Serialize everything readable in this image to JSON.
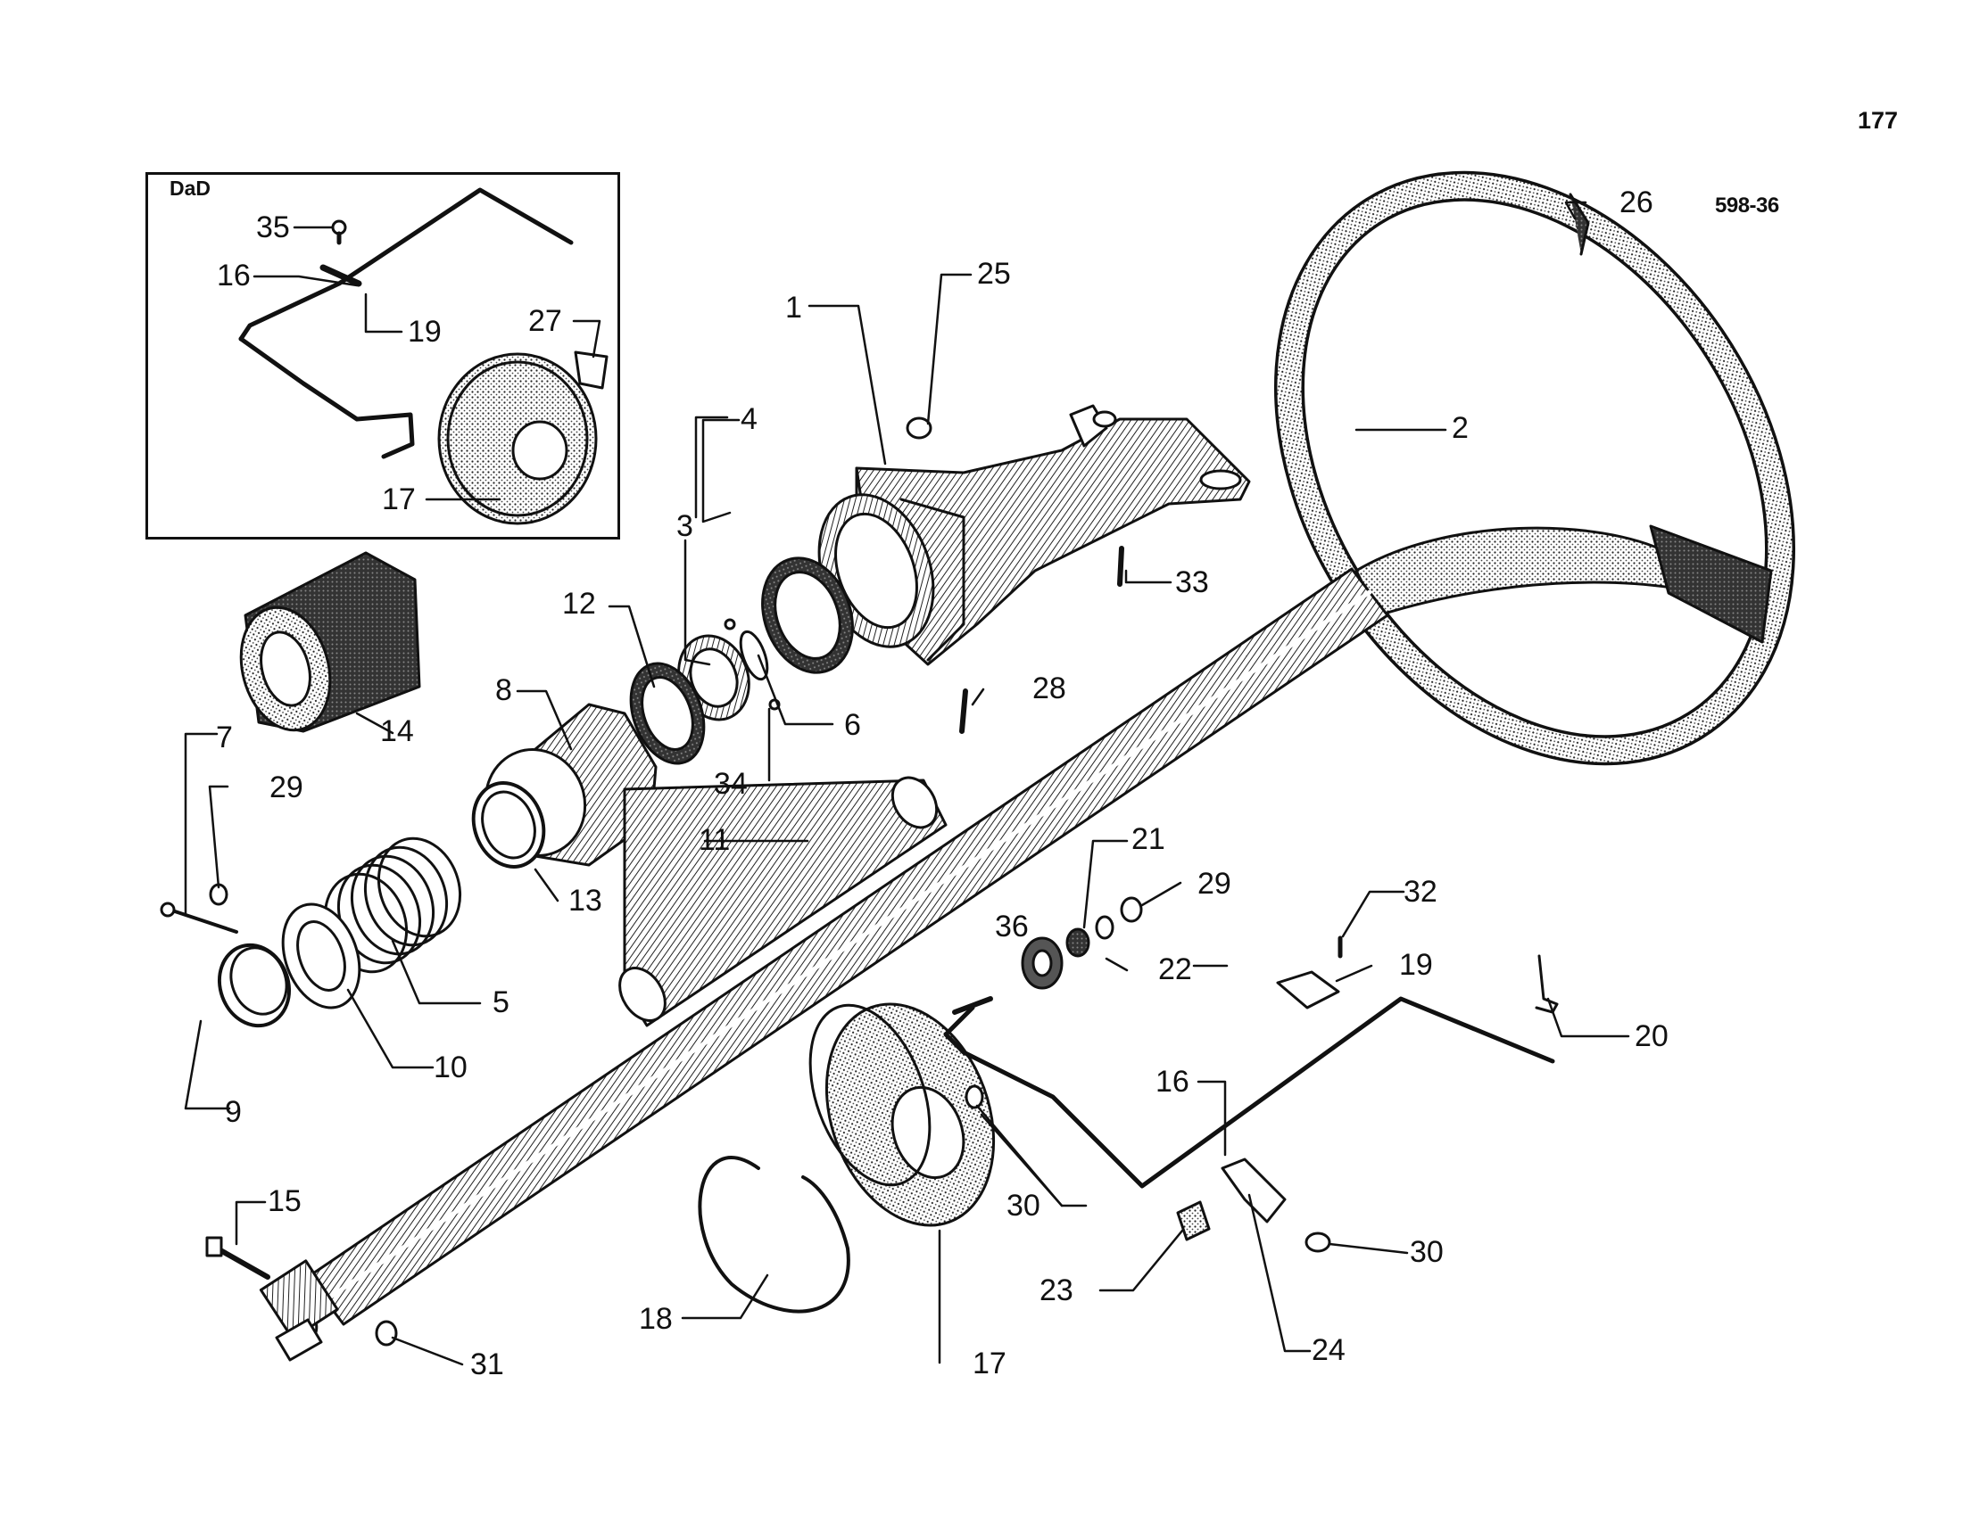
{
  "page_number": "177",
  "figure_ref": "598-36",
  "inset": {
    "title": "DaD"
  },
  "callouts": [
    "1",
    "2",
    "3",
    "4",
    "5",
    "6",
    "7",
    "8",
    "9",
    "10",
    "11",
    "12",
    "13",
    "14",
    "15",
    "16",
    "17",
    "18",
    "19",
    "20",
    "21",
    "22",
    "23",
    "24",
    "25",
    "26",
    "27",
    "28",
    "29",
    "30",
    "31",
    "32",
    "33",
    "34",
    "35",
    "36"
  ],
  "inset_callouts": [
    "35",
    "16",
    "19",
    "27",
    "17"
  ],
  "extra_callouts": [
    "16",
    "17",
    "19",
    "29",
    "30"
  ]
}
